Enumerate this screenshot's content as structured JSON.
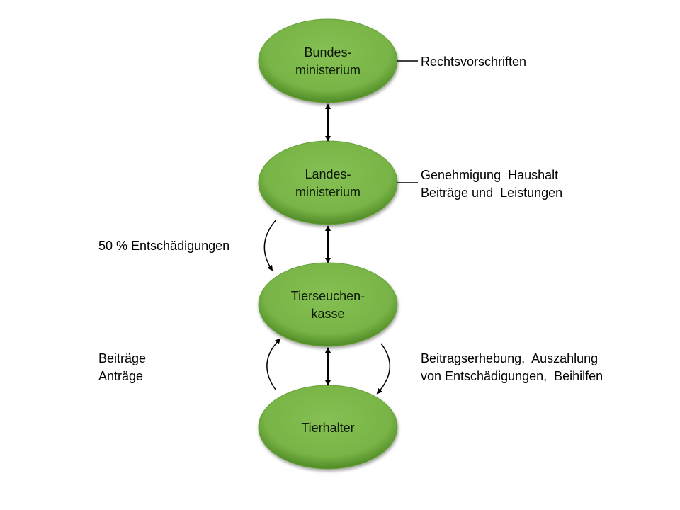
{
  "nodes": [
    {
      "line1": "Bundes-",
      "line2": "ministerium"
    },
    {
      "line1": "Landes-",
      "line2": "ministerium"
    },
    {
      "line1": "Tierseuchen-",
      "line2": "kasse"
    },
    {
      "line1": "Tierhalter",
      "line2": ""
    }
  ],
  "labels": {
    "rechtsvorschriften": "Rechtsvorschriften",
    "genehmigung_1": "Genehmigung  Haushalt",
    "genehmigung_2": "Beiträge und  Leistungen",
    "entschaedigungen": "50 % Entschädigungen",
    "beitraege": "Beiträge",
    "antraege": "Anträge",
    "erhebung_1": "Beitragserhebung,  Auszahlung",
    "erhebung_2": "von Entschädigungen,  Beihilfen"
  },
  "colors": {
    "node_fill": "#7ab648",
    "node_edge": "#5a8f2f"
  }
}
